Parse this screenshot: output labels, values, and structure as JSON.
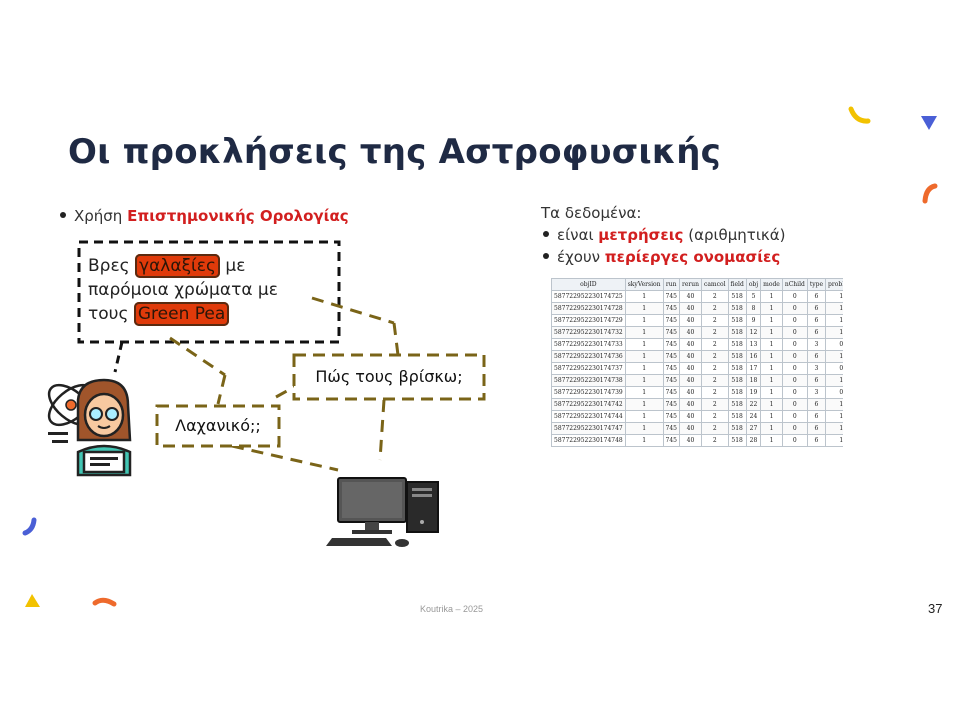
{
  "slide": {
    "title": "Οι προκλήσεις της Αστροφυσικής",
    "left_bullet": {
      "prefix": "Χρήση ",
      "highlight": "Επιστημονικής Ορολογίας"
    },
    "speech": {
      "line1_a": "Βρες ",
      "line1_hl": "γαλαξίες",
      "line1_b": " με",
      "line2": "παρόμοια χρώματα με",
      "line3_a": "τους ",
      "line3_hl": "Green Pea"
    },
    "box_find": "Πώς τους βρίσκω;",
    "box_vegetable": "Λαχανικό;;",
    "right_heading": "Τα δεδομένα:",
    "right_bullets": [
      {
        "prefix": "είναι ",
        "highlight": "μετρήσεις",
        "suffix": " (αριθμητικά)"
      },
      {
        "prefix": "έχουν ",
        "highlight": "περίεργες ονομασίες",
        "suffix": ""
      }
    ],
    "footer": "Koutrika – 2025",
    "page_number": "37"
  },
  "icons": {
    "scientist": "scientist-icon",
    "computer": "computer-icon"
  },
  "colors": {
    "title": "#1f2a44",
    "highlight_text": "#d21f1f",
    "highlight_box": "#e03a0a",
    "dashed_olive": "#7a6418",
    "deco_yellow": "#f2c200",
    "deco_blue": "#4a5fd6",
    "deco_orange": "#ee6a2c"
  },
  "table": {
    "columns": [
      "objID",
      "skyVersion",
      "run",
      "rerun",
      "camcol",
      "field",
      "obj",
      "mode",
      "nChild",
      "type",
      "probPSF"
    ],
    "rows": [
      [
        "587722952230174725",
        "1",
        "745",
        "40",
        "2",
        "518",
        "5",
        "1",
        "0",
        "6",
        "1"
      ],
      [
        "587722952230174728",
        "1",
        "745",
        "40",
        "2",
        "518",
        "8",
        "1",
        "0",
        "6",
        "1"
      ],
      [
        "587722952230174729",
        "1",
        "745",
        "40",
        "2",
        "518",
        "9",
        "1",
        "0",
        "6",
        "1"
      ],
      [
        "587722952230174732",
        "1",
        "745",
        "40",
        "2",
        "518",
        "12",
        "1",
        "0",
        "6",
        "1"
      ],
      [
        "587722952230174733",
        "1",
        "745",
        "40",
        "2",
        "518",
        "13",
        "1",
        "0",
        "3",
        "0"
      ],
      [
        "587722952230174736",
        "1",
        "745",
        "40",
        "2",
        "518",
        "16",
        "1",
        "0",
        "6",
        "1"
      ],
      [
        "587722952230174737",
        "1",
        "745",
        "40",
        "2",
        "518",
        "17",
        "1",
        "0",
        "3",
        "0"
      ],
      [
        "587722952230174738",
        "1",
        "745",
        "40",
        "2",
        "518",
        "18",
        "1",
        "0",
        "6",
        "1"
      ],
      [
        "587722952230174739",
        "1",
        "745",
        "40",
        "2",
        "518",
        "19",
        "1",
        "0",
        "3",
        "0"
      ],
      [
        "587722952230174742",
        "1",
        "745",
        "40",
        "2",
        "518",
        "22",
        "1",
        "0",
        "6",
        "1"
      ],
      [
        "587722952230174744",
        "1",
        "745",
        "40",
        "2",
        "518",
        "24",
        "1",
        "0",
        "6",
        "1"
      ],
      [
        "587722952230174747",
        "1",
        "745",
        "40",
        "2",
        "518",
        "27",
        "1",
        "0",
        "6",
        "1"
      ],
      [
        "587722952230174748",
        "1",
        "745",
        "40",
        "2",
        "518",
        "28",
        "1",
        "0",
        "6",
        "1"
      ]
    ]
  }
}
